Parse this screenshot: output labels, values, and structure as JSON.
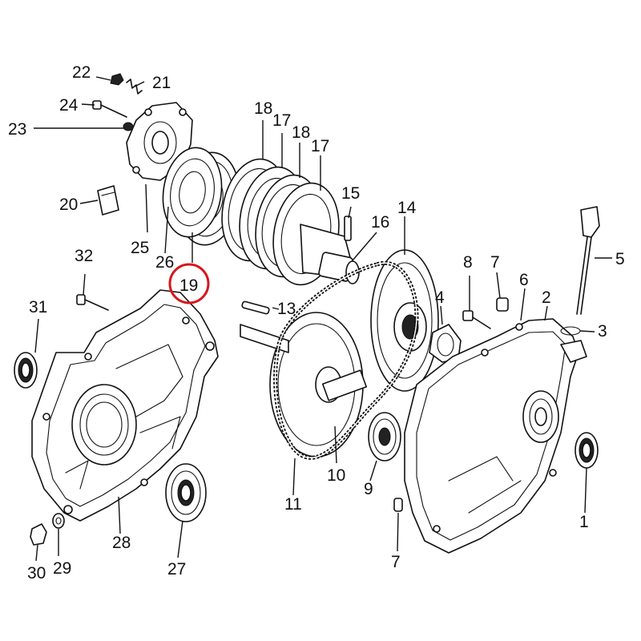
{
  "callouts": [
    {
      "id": "1",
      "label": "1"
    },
    {
      "id": "2",
      "label": "2"
    },
    {
      "id": "3",
      "label": "3"
    },
    {
      "id": "4",
      "label": "4"
    },
    {
      "id": "5",
      "label": "5"
    },
    {
      "id": "6",
      "label": "6"
    },
    {
      "id": "7a",
      "label": "7"
    },
    {
      "id": "7b",
      "label": "7"
    },
    {
      "id": "8",
      "label": "8"
    },
    {
      "id": "9",
      "label": "9"
    },
    {
      "id": "10",
      "label": "10"
    },
    {
      "id": "11",
      "label": "11"
    },
    {
      "id": "13",
      "label": "13"
    },
    {
      "id": "14",
      "label": "14"
    },
    {
      "id": "15",
      "label": "15"
    },
    {
      "id": "16",
      "label": "16"
    },
    {
      "id": "17a",
      "label": "17"
    },
    {
      "id": "17b",
      "label": "17"
    },
    {
      "id": "18a",
      "label": "18"
    },
    {
      "id": "18b",
      "label": "18"
    },
    {
      "id": "19",
      "label": "19"
    },
    {
      "id": "20",
      "label": "20"
    },
    {
      "id": "21",
      "label": "21"
    },
    {
      "id": "22",
      "label": "22"
    },
    {
      "id": "23",
      "label": "23"
    },
    {
      "id": "24",
      "label": "24"
    },
    {
      "id": "25",
      "label": "25"
    },
    {
      "id": "26",
      "label": "26"
    },
    {
      "id": "27",
      "label": "27"
    },
    {
      "id": "28",
      "label": "28"
    },
    {
      "id": "29",
      "label": "29"
    },
    {
      "id": "30",
      "label": "30"
    },
    {
      "id": "31",
      "label": "31"
    },
    {
      "id": "32",
      "label": "32"
    }
  ],
  "highlight": {
    "target": "19",
    "color": "#d9161c"
  },
  "colors": {
    "ink": "#111111",
    "background": "#ffffff"
  }
}
